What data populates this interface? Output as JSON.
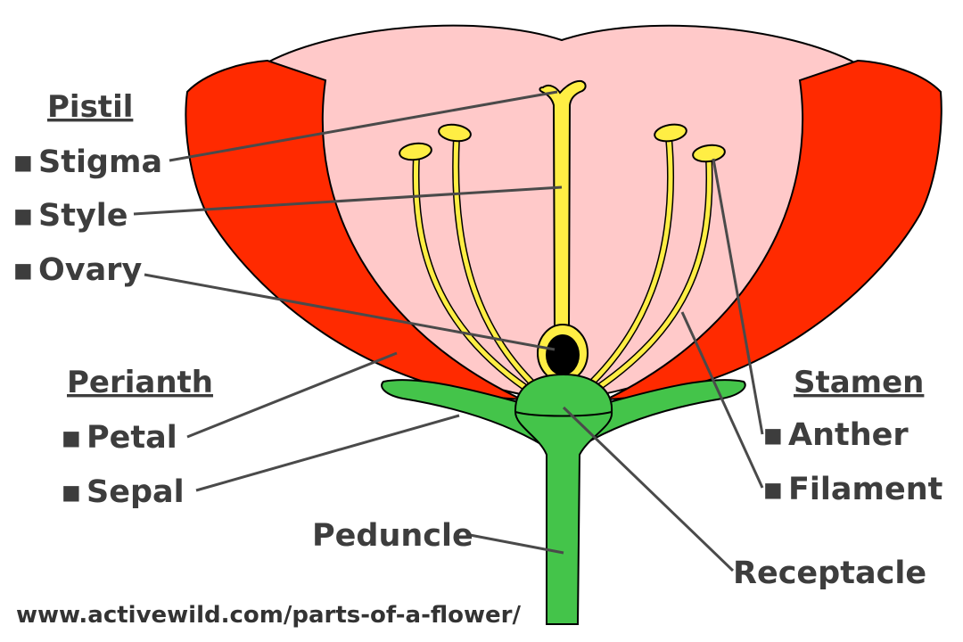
{
  "groups": {
    "pistil": {
      "heading": "Pistil",
      "items": [
        "Stigma",
        "Style",
        "Ovary"
      ]
    },
    "perianth": {
      "heading": "Perianth",
      "items": [
        "Petal",
        "Sepal"
      ]
    },
    "stamen": {
      "heading": "Stamen",
      "items": [
        "Anther",
        "Filament"
      ]
    }
  },
  "labels": {
    "peduncle": "Peduncle",
    "receptacle": "Receptacle"
  },
  "bullet": "▪",
  "source_url": "www.activewild.com/parts-of-a-flower/",
  "colors": {
    "petal_inner": "#ffc9c9",
    "petal_outer": "#ff2a00",
    "stamen": "#ffee44",
    "stem": "#44c44a",
    "ovary": "#000000",
    "label_text": "#3d3d3d"
  },
  "icons": {
    "flower": "flower-diagram"
  }
}
